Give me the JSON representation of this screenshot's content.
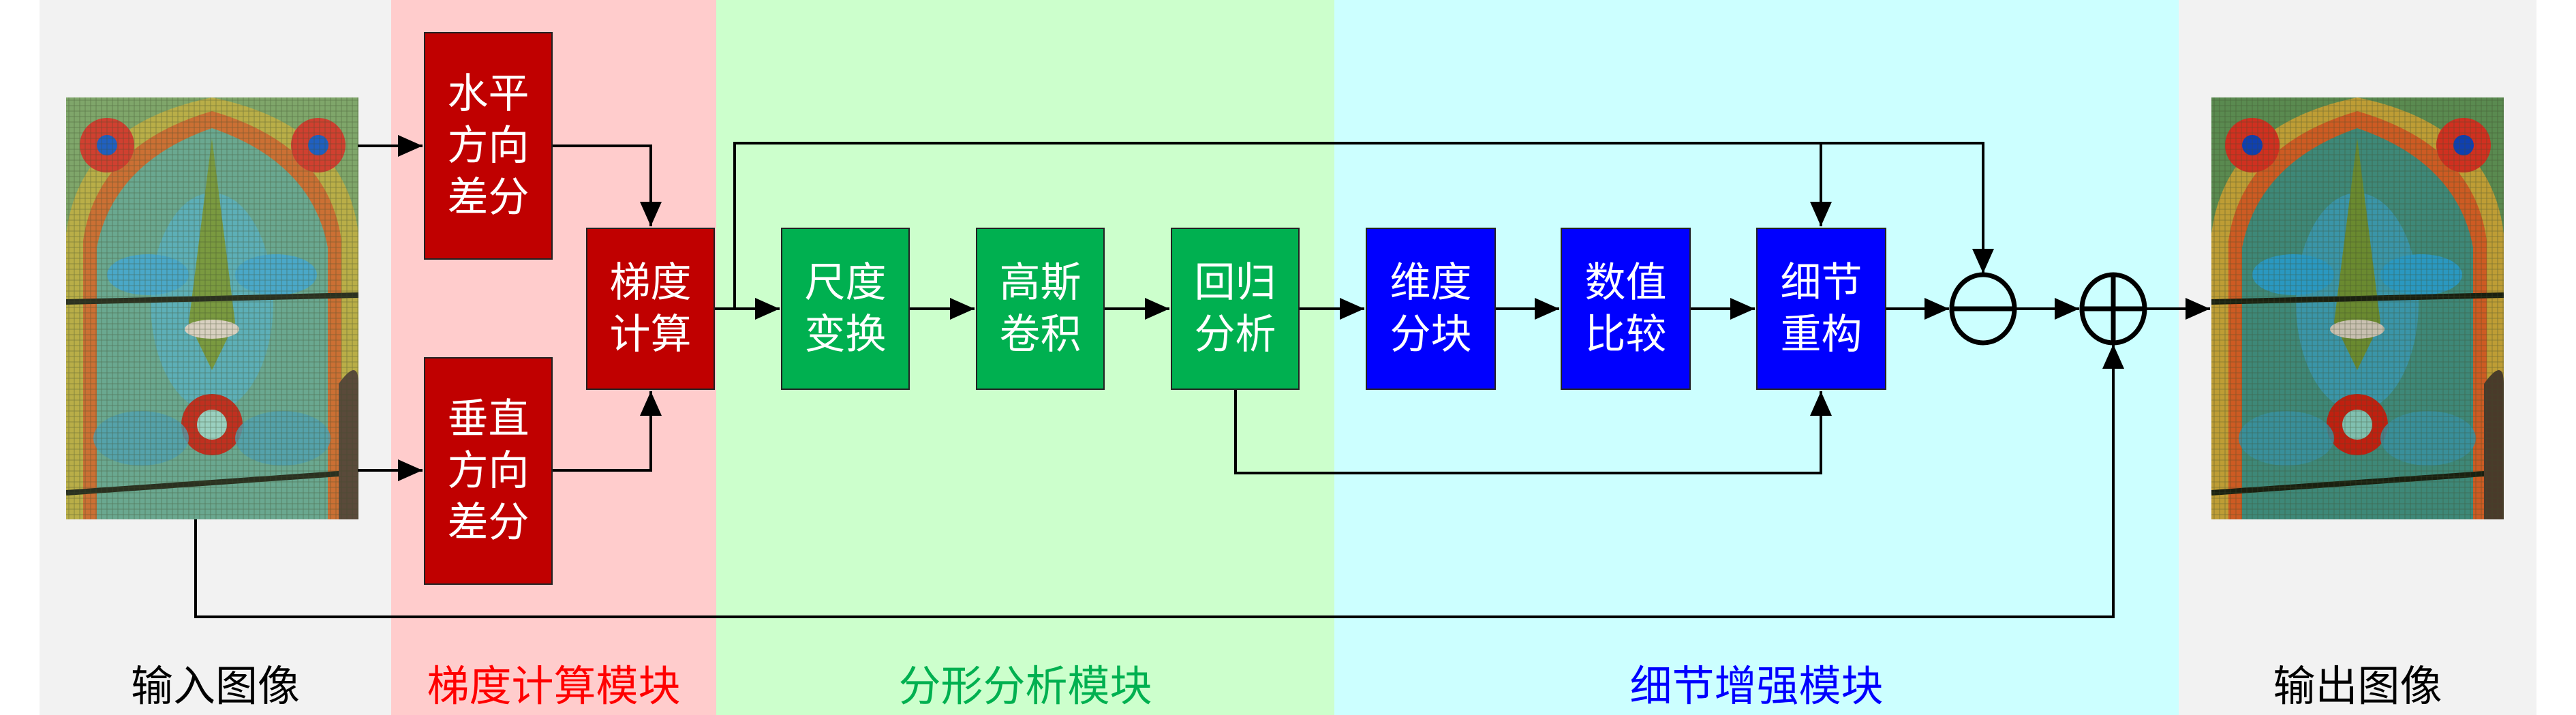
{
  "colors": {
    "io_bg": "#f2f2f2",
    "gradient_bg": "#ffcccc",
    "fractal_bg": "#ccffcc",
    "detail_bg": "#ccffff",
    "gradient_box": "#c00000",
    "fractal_box": "#00b050",
    "detail_box": "#0000ff",
    "gradient_label": "#ff0000",
    "fractal_label": "#00b050",
    "detail_label": "#0000ff"
  },
  "labels": {
    "input": "输入图像",
    "gradient_module": "梯度计算模块",
    "fractal_module": "分形分析模块",
    "detail_module": "细节增强模块",
    "output": "输出图像"
  },
  "boxes": {
    "horizontal_diff": [
      "水平",
      "方向",
      "差分"
    ],
    "vertical_diff": [
      "垂直",
      "方向",
      "差分"
    ],
    "gradient_calc": [
      "梯度",
      "计算"
    ],
    "scale_transform": [
      "尺度",
      "变换"
    ],
    "gaussian_conv": [
      "高斯",
      "卷积"
    ],
    "regression": [
      "回归",
      "分析"
    ],
    "dim_block": [
      "维度",
      "分块"
    ],
    "value_compare": [
      "数值",
      "比较"
    ],
    "detail_recon": [
      "细节",
      "重构"
    ]
  },
  "operators": {
    "subtract": "minus",
    "add": "plus"
  }
}
